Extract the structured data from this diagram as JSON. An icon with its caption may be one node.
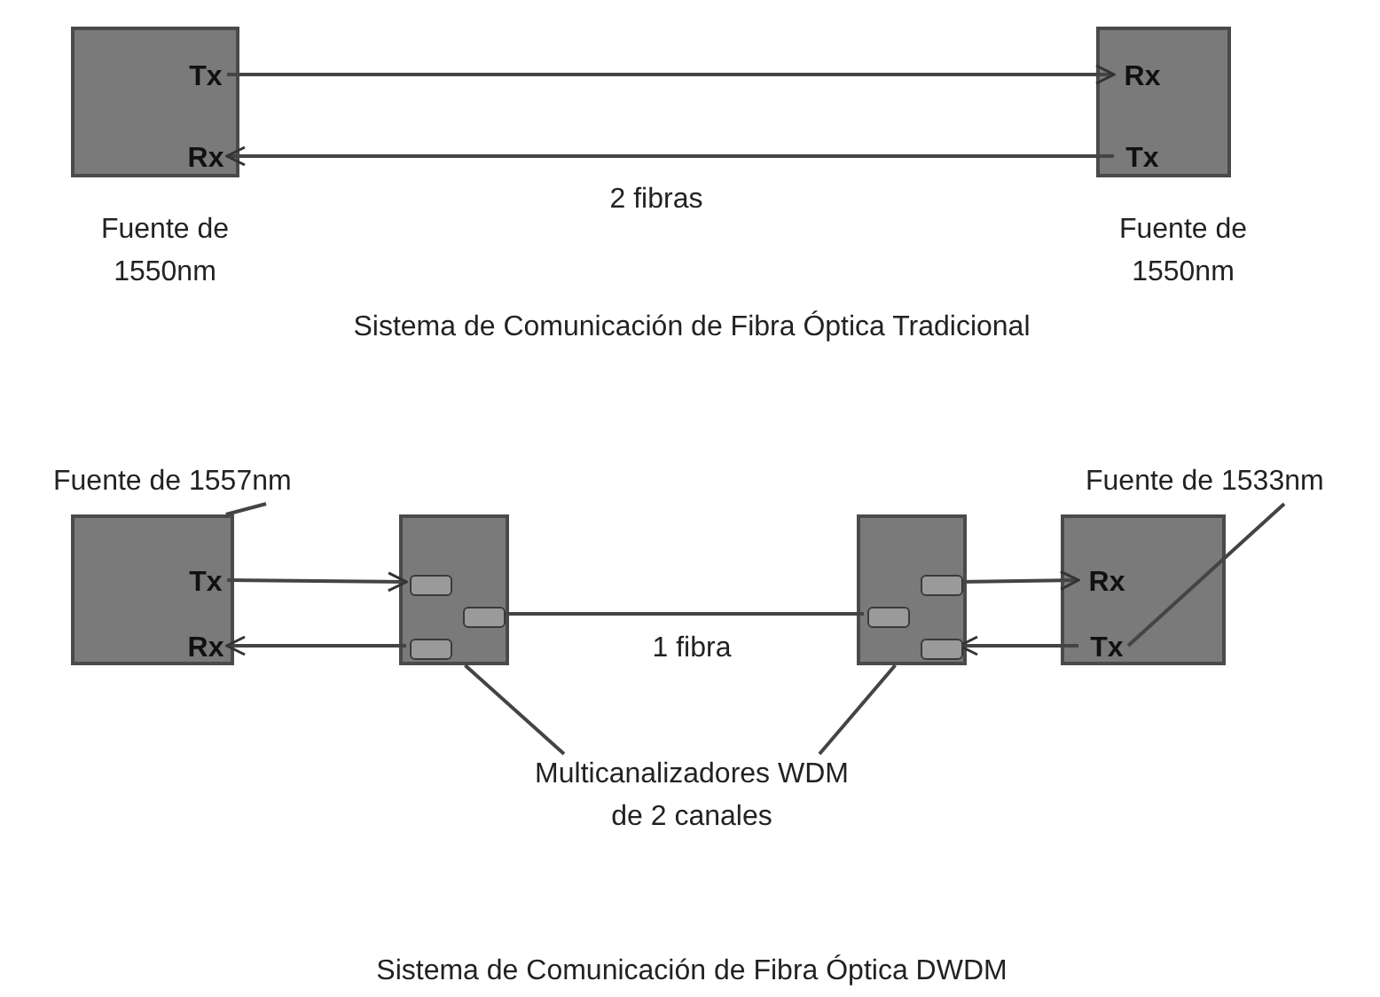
{
  "diagram": {
    "nodes": [
      {
        "text": [],
        "shape": "box",
        "beside": [
          "Fuente de 1550nm"
        ]
      },
      {
        "text": [
          "Tx"
        ],
        "in": 0
      },
      {
        "text": [
          "Rx"
        ],
        "in": 0
      },
      {
        "text": [],
        "shape": "box",
        "beside": [
          "Fuente de 1550nm"
        ]
      },
      {
        "text": [
          "Rx"
        ],
        "in": 3
      },
      {
        "text": [
          "Tx"
        ],
        "in": 3
      },
      {
        "text": [
          "Fuente de 1557nm"
        ]
      },
      {
        "text": [],
        "shape": "box"
      },
      {
        "text": [
          "Tx"
        ],
        "in": 7
      },
      {
        "text": [
          "Rx"
        ],
        "in": 7
      },
      {
        "text": [],
        "shape": "box"
      },
      {
        "text": [],
        "shape": "box",
        "in": 10
      },
      {
        "text": [],
        "shape": "box",
        "in": 10
      },
      {
        "text": [],
        "shape": "box",
        "in": 10
      },
      {
        "text": [],
        "shape": "box"
      },
      {
        "text": [],
        "shape": "box",
        "in": 14
      },
      {
        "text": [],
        "shape": "box",
        "in": 14
      },
      {
        "text": [],
        "shape": "box",
        "in": 14
      },
      {
        "text": [
          "Fuente de 1533nm"
        ]
      },
      {
        "text": [],
        "shape": "box"
      },
      {
        "text": [
          "Rx"
        ],
        "in": 19
      },
      {
        "text": [
          "Tx"
        ],
        "in": 19
      },
      {
        "text": [
          "Multicanalizadores WDM de 2 canales"
        ]
      }
    ],
    "edges": [
      {
        "from": 1,
        "to": 4,
        "arrow": "to"
      },
      {
        "from": 5,
        "to": 2,
        "arrow": "to"
      },
      {
        "from": 6,
        "to": 7,
        "arrow": "none"
      },
      {
        "from": 8,
        "to": 11,
        "arrow": "to"
      },
      {
        "from": 12,
        "to": 9,
        "arrow": "to"
      },
      {
        "from": 13,
        "to": 15,
        "arrow": "none",
        "label": "1 fibra"
      },
      {
        "from": 16,
        "to": 20,
        "arrow": "to"
      },
      {
        "from": 21,
        "to": 17,
        "arrow": "to"
      },
      {
        "from": 18,
        "to": 21,
        "arrow": "none"
      },
      {
        "from": 22,
        "to": 10,
        "arrow": "none"
      },
      {
        "from": 22,
        "to": 14,
        "arrow": "none"
      }
    ],
    "labels": [
      "2 fibras",
      "Sistema de Comunicación de Fibra Óptica Tradicional",
      "Sistema de Comunicación de Fibra Óptica DWDM"
    ]
  }
}
